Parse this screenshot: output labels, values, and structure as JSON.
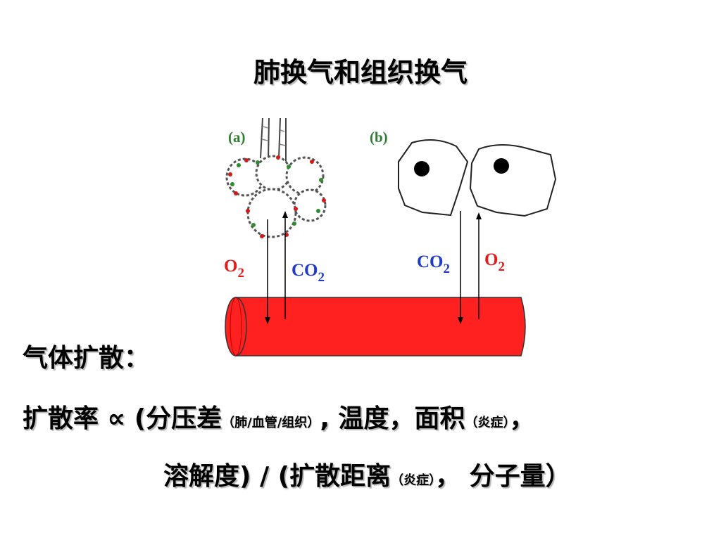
{
  "title": "肺换气和组织换气",
  "diagram": {
    "panel_a_label": "(a)",
    "panel_b_label": "(b)",
    "left_o2": "O",
    "left_o2_sub": "2",
    "left_co2": "CO",
    "left_co2_sub": "2",
    "right_co2": "CO",
    "right_co2_sub": "2",
    "right_o2": "O",
    "right_o2_sub": "2",
    "colors": {
      "vessel": "#ff2020",
      "label_green": "#2e7d32",
      "o2_red": "#e31b1b",
      "co2_blue": "#1f3cc8"
    }
  },
  "text": {
    "line1": "气体扩散：",
    "line2_a": "扩散率 ∝ (分压差",
    "line2_small1": "（肺/血管/组织）",
    "line2_b": ", 温度，面积",
    "line2_small2": "（炎症）",
    "line2_c": "，",
    "line3_a": "溶解度) / (扩散距离",
    "line3_small": "（炎症）",
    "line3_b": "， 分子量）"
  }
}
